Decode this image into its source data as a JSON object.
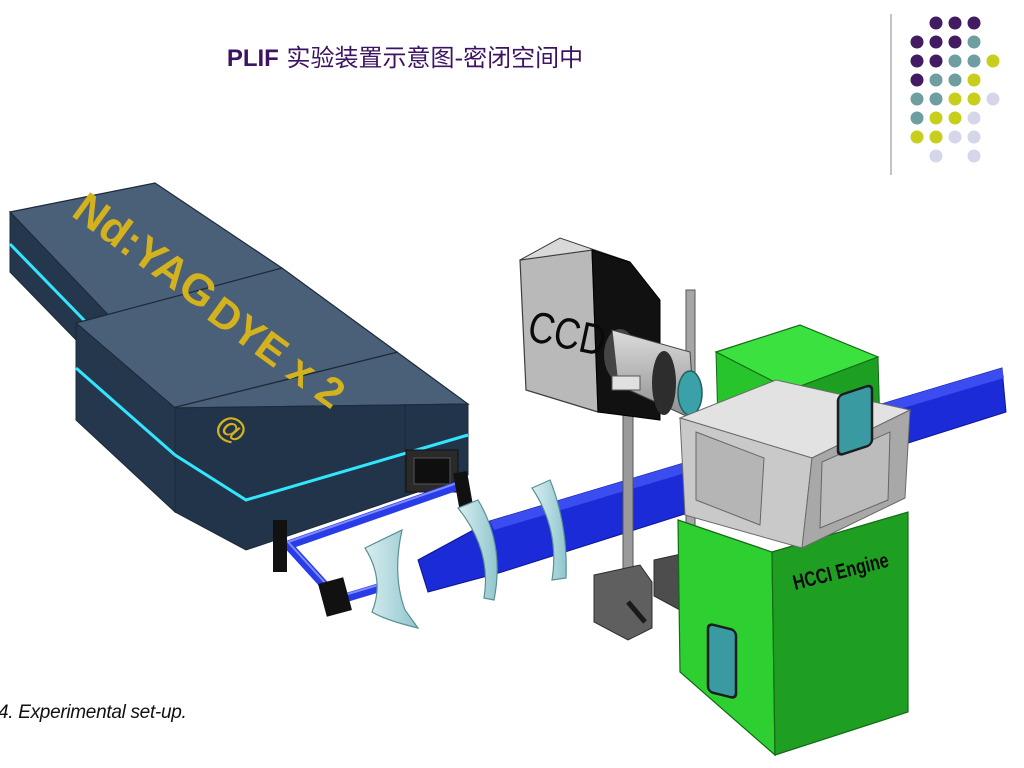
{
  "slide": {
    "title_prefix": "PLIF",
    "title_rest": " 实验装置示意图-密闭空间中",
    "caption": "4. Experimental set-up."
  },
  "diagram": {
    "laser_label": "Nd:YAG",
    "dye_label": "DYE x 2",
    "at_symbol": "@",
    "camera_label": "CCD",
    "engine_label": "HCCI Engine"
  },
  "colors": {
    "title": "#3d1463",
    "laser_top": "#4a5f78",
    "laser_side": "#26384e",
    "glow": "#33e6ff",
    "label_gold": "#d4b21e",
    "beam": "#1b2bd8",
    "engine_green": "#2dd030",
    "engine_dark": "#1d9f22",
    "optic": "#a9d6dc",
    "dot_purple": "#421b63",
    "dot_teal": "#6f9ea0",
    "dot_yellow": "#c8ce1c",
    "dot_lavender": "#d6d6ea"
  }
}
